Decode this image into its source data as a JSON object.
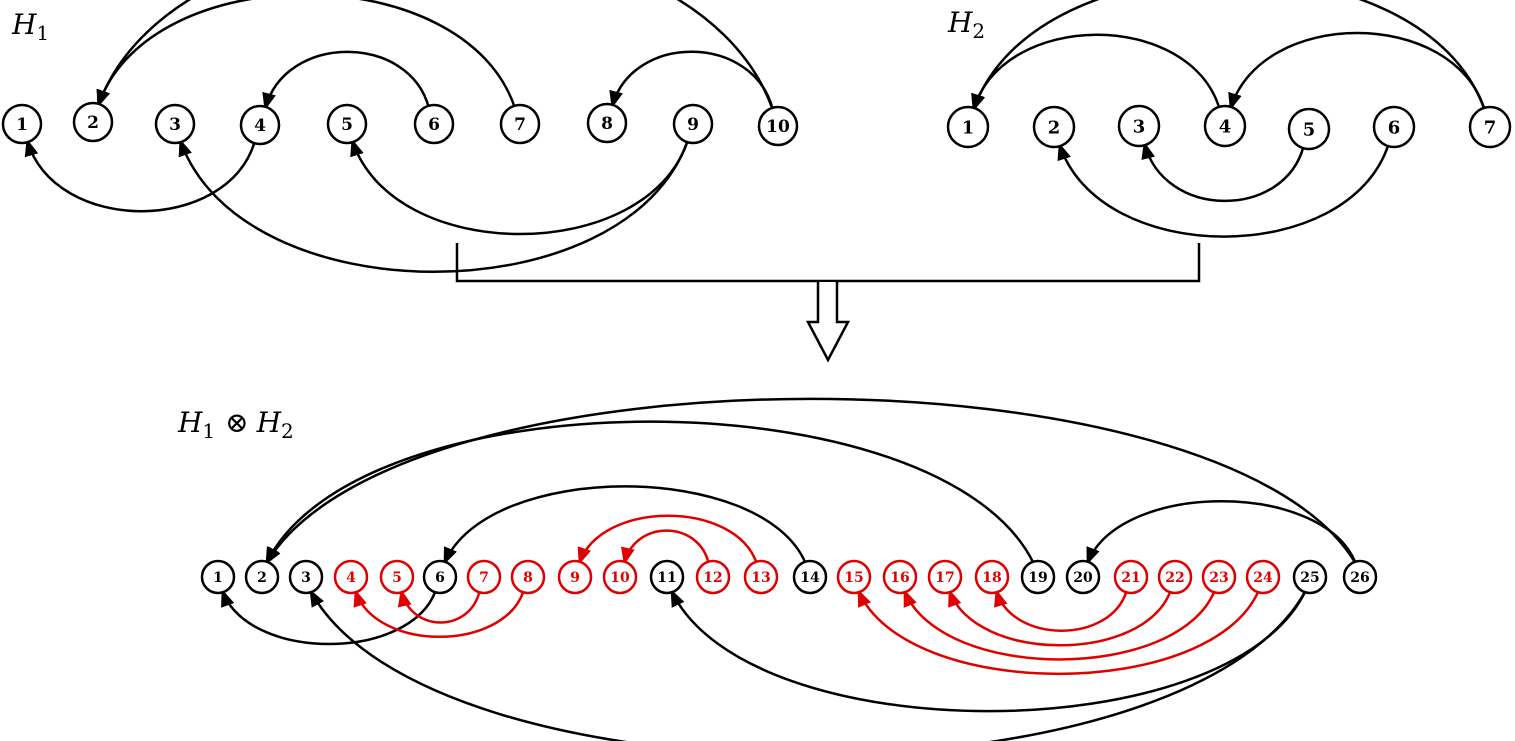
{
  "colors": {
    "black": "#000000",
    "red": "#e00000"
  },
  "graphs": [
    {
      "id": "h1",
      "title": "H",
      "title_sub": "1",
      "title_op": "",
      "title2": "",
      "title2_sub": "",
      "nodes": [
        {
          "label": "1",
          "color": "black"
        },
        {
          "label": "2",
          "color": "black"
        },
        {
          "label": "3",
          "color": "black"
        },
        {
          "label": "4",
          "color": "black"
        },
        {
          "label": "5",
          "color": "black"
        },
        {
          "label": "6",
          "color": "black"
        },
        {
          "label": "7",
          "color": "black"
        },
        {
          "label": "8",
          "color": "black"
        },
        {
          "label": "9",
          "color": "black"
        },
        {
          "label": "10",
          "color": "black"
        }
      ],
      "edges": [
        {
          "from": 10,
          "to": 2,
          "side": "above",
          "color": "black"
        },
        {
          "from": 7,
          "to": 2,
          "side": "above",
          "color": "black"
        },
        {
          "from": 6,
          "to": 4,
          "side": "above",
          "color": "black"
        },
        {
          "from": 10,
          "to": 8,
          "side": "above",
          "color": "black"
        },
        {
          "from": 4,
          "to": 1,
          "side": "below",
          "color": "black"
        },
        {
          "from": 9,
          "to": 5,
          "side": "below",
          "color": "black"
        },
        {
          "from": 9,
          "to": 3,
          "side": "below",
          "color": "black"
        }
      ]
    },
    {
      "id": "h2",
      "title": "H",
      "title_sub": "2",
      "title_op": "",
      "title2": "",
      "title2_sub": "",
      "nodes": [
        {
          "label": "1",
          "color": "black"
        },
        {
          "label": "2",
          "color": "black"
        },
        {
          "label": "3",
          "color": "black"
        },
        {
          "label": "4",
          "color": "black"
        },
        {
          "label": "5",
          "color": "black"
        },
        {
          "label": "6",
          "color": "black"
        },
        {
          "label": "7",
          "color": "black"
        }
      ],
      "edges": [
        {
          "from": 4,
          "to": 1,
          "side": "above",
          "color": "black"
        },
        {
          "from": 7,
          "to": 1,
          "side": "above",
          "color": "black"
        },
        {
          "from": 7,
          "to": 4,
          "side": "above",
          "color": "black"
        },
        {
          "from": 6,
          "to": 2,
          "side": "below",
          "color": "black"
        },
        {
          "from": 5,
          "to": 3,
          "side": "below",
          "color": "black"
        }
      ]
    },
    {
      "id": "product",
      "title": "H",
      "title_sub": "1",
      "title_op": "⊗",
      "title2": "H",
      "title2_sub": "2",
      "nodes": [
        {
          "label": "1",
          "color": "black"
        },
        {
          "label": "2",
          "color": "black"
        },
        {
          "label": "3",
          "color": "black"
        },
        {
          "label": "4",
          "color": "red"
        },
        {
          "label": "5",
          "color": "red"
        },
        {
          "label": "6",
          "color": "black"
        },
        {
          "label": "7",
          "color": "red"
        },
        {
          "label": "8",
          "color": "red"
        },
        {
          "label": "9",
          "color": "red"
        },
        {
          "label": "10",
          "color": "red"
        },
        {
          "label": "11",
          "color": "black"
        },
        {
          "label": "12",
          "color": "red"
        },
        {
          "label": "13",
          "color": "red"
        },
        {
          "label": "14",
          "color": "black"
        },
        {
          "label": "15",
          "color": "red"
        },
        {
          "label": "16",
          "color": "red"
        },
        {
          "label": "17",
          "color": "red"
        },
        {
          "label": "18",
          "color": "red"
        },
        {
          "label": "19",
          "color": "black"
        },
        {
          "label": "20",
          "color": "black"
        },
        {
          "label": "21",
          "color": "red"
        },
        {
          "label": "22",
          "color": "red"
        },
        {
          "label": "23",
          "color": "red"
        },
        {
          "label": "24",
          "color": "red"
        },
        {
          "label": "25",
          "color": "black"
        },
        {
          "label": "26",
          "color": "black"
        }
      ],
      "edges": [
        {
          "from": 26,
          "to": 2,
          "side": "above",
          "color": "black"
        },
        {
          "from": 19,
          "to": 2,
          "side": "above",
          "color": "black"
        },
        {
          "from": 14,
          "to": 6,
          "side": "above",
          "color": "black"
        },
        {
          "from": 26,
          "to": 20,
          "side": "above",
          "color": "black"
        },
        {
          "from": 13,
          "to": 9,
          "side": "above",
          "color": "red"
        },
        {
          "from": 12,
          "to": 10,
          "side": "above",
          "color": "red"
        },
        {
          "from": 6,
          "to": 1,
          "side": "below",
          "color": "black"
        },
        {
          "from": 25,
          "to": 11,
          "side": "below",
          "color": "black"
        },
        {
          "from": 25,
          "to": 3,
          "side": "below",
          "color": "black"
        },
        {
          "from": 7,
          "to": 5,
          "side": "below",
          "color": "red"
        },
        {
          "from": 8,
          "to": 4,
          "side": "below",
          "color": "red"
        },
        {
          "from": 21,
          "to": 18,
          "side": "below",
          "color": "red"
        },
        {
          "from": 22,
          "to": 17,
          "side": "below",
          "color": "red"
        },
        {
          "from": 23,
          "to": 16,
          "side": "below",
          "color": "red"
        },
        {
          "from": 24,
          "to": 15,
          "side": "below",
          "color": "red"
        }
      ]
    }
  ]
}
